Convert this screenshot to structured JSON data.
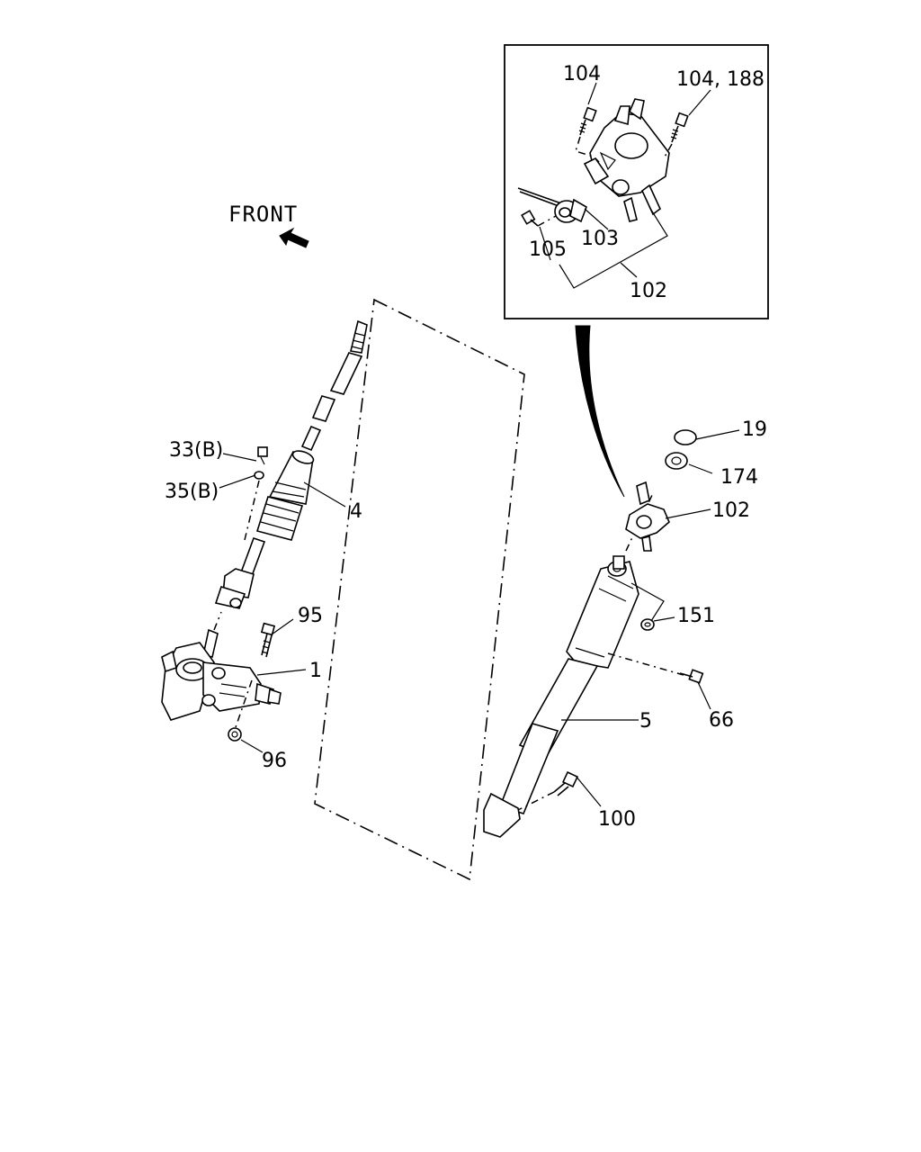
{
  "front_label": "FRONT",
  "callouts": {
    "c104": "104",
    "c104_188": "104, 188",
    "c103": "103",
    "c105": "105",
    "c102_inset": "102",
    "c19": "19",
    "c174": "174",
    "c102": "102",
    "c151": "151",
    "c66": "66",
    "c5": "5",
    "c100": "100",
    "c33b": "33(B)",
    "c35b": "35(B)",
    "c4": "4",
    "c95": "95",
    "c1": "1",
    "c96": "96"
  }
}
